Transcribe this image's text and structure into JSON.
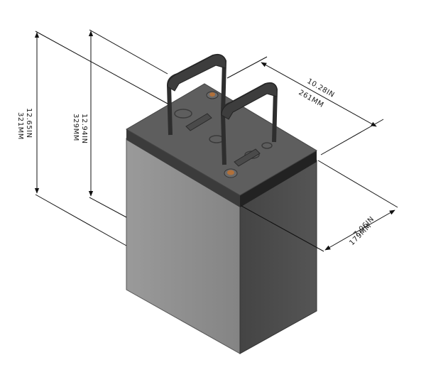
{
  "dimensions": {
    "overall_height": {
      "in": "12.65IN",
      "mm": "321MM"
    },
    "case_height": {
      "in": "12.94IN",
      "mm": "329MM"
    },
    "length": {
      "in": "10.28IN",
      "mm": "261MM"
    },
    "width": {
      "in": "7.06IN",
      "mm": "179MM"
    }
  },
  "colors": {
    "case_front": "#8e8e8e",
    "case_side": "#4a4a4a",
    "lid_top": "#5a5a5a",
    "lid_band": "#2b2b2b",
    "handle": "#3a3a3a",
    "terminal": "#b0703a"
  }
}
